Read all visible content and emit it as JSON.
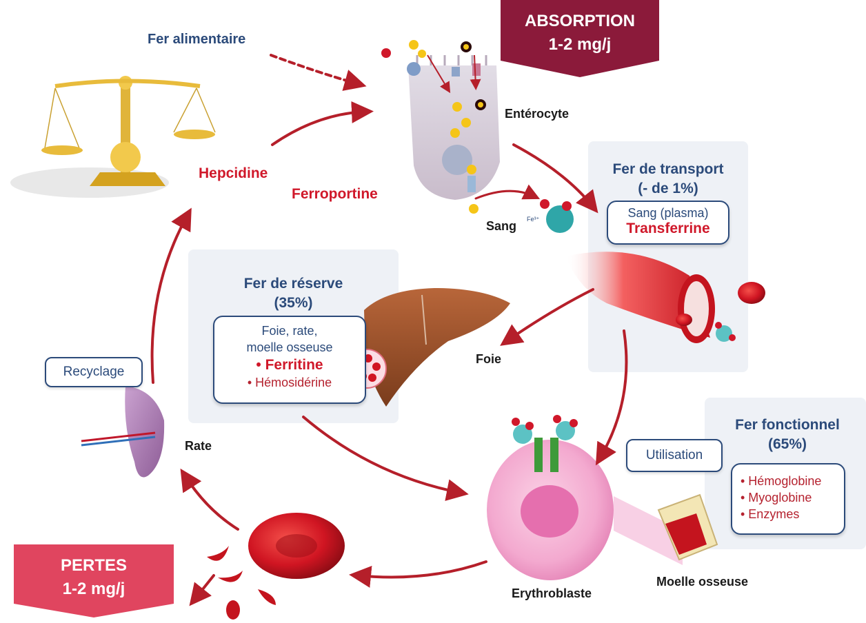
{
  "absorption": {
    "line1": "ABSORPTION",
    "line2": "1-2 mg/j"
  },
  "pertes": {
    "line1": "PERTES",
    "line2": "1-2 mg/j"
  },
  "labels": {
    "fer_alimentaire": "Fer alimentaire",
    "enterocyte": "Entérocyte",
    "hepcidine": "Hepcidine",
    "ferroportine": "Ferroportine",
    "sang": "Sang",
    "fe3": "Fe³⁺",
    "foie": "Foie",
    "rate": "Rate",
    "erythroblaste": "Erythroblaste",
    "moelle_osseuse": "Moelle osseuse"
  },
  "transport": {
    "title1": "Fer de transport",
    "title2": "(- de 1%)",
    "box_line1": "Sang (plasma)",
    "box_line2": "Transferrine"
  },
  "reserve": {
    "title1": "Fer de réserve",
    "title2": "(35%)",
    "box_line1": "Foie, rate,",
    "box_line2": "moelle osseuse",
    "item1": "• Ferritine",
    "item2": "• Hémosidérine"
  },
  "fonctionnel": {
    "title1": "Fer fonctionnel",
    "title2": "(65%)",
    "items": [
      "• Hémoglobine",
      "• Myoglobine",
      "• Enzymes"
    ]
  },
  "pills": {
    "recyclage": "Recyclage",
    "utilisation": "Utilisation"
  },
  "colors": {
    "navy": "#2b4a7a",
    "red": "#d0182a",
    "absorption_banner": "#8b1a3a",
    "pertes_banner": "#e0455f"
  }
}
